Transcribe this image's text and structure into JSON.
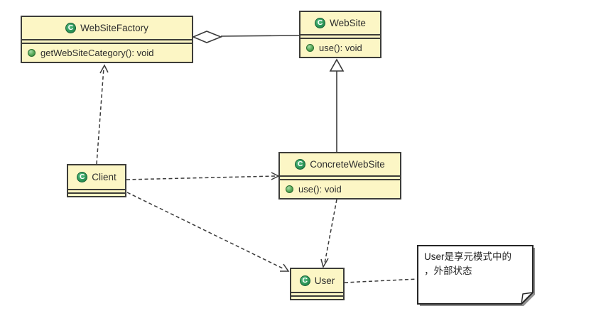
{
  "diagram": {
    "type": "uml-class-diagram",
    "background": "#ffffff",
    "colors": {
      "class_fill": "#fcf6c5",
      "class_border": "#3d3d39",
      "connector_line": "#3a3a3a",
      "text": "#2e2e2e",
      "class_icon_green": "#2e9758",
      "method_dot_green": "#57a857",
      "note_fill": "#ffffff",
      "note_border": "#262626",
      "note_shadow": "#8e8e8e"
    },
    "icons": {
      "class_letter": "C"
    },
    "classes": [
      {
        "name": "WebSiteFactory",
        "methods": [
          "getWebSiteCategory(): void"
        ]
      },
      {
        "name": "WebSite",
        "methods": [
          "use(): void"
        ]
      },
      {
        "name": "ConcreteWebSite",
        "methods": [
          "use(): void"
        ]
      },
      {
        "name": "Client",
        "methods": []
      },
      {
        "name": "User",
        "methods": []
      }
    ],
    "note": {
      "line1": "User是享元模式中的",
      "line2": "，外部状态"
    },
    "relationships": [
      {
        "type": "aggregation",
        "from": "WebSiteFactory",
        "to": "WebSite",
        "style": "solid",
        "marker": "hollow-diamond-at-source"
      },
      {
        "type": "generalization",
        "from": "ConcreteWebSite",
        "to": "WebSite",
        "style": "solid",
        "marker": "hollow-triangle-at-target"
      },
      {
        "type": "dependency",
        "from": "Client",
        "to": "WebSiteFactory",
        "style": "dashed",
        "marker": "open-arrow-at-target"
      },
      {
        "type": "dependency",
        "from": "Client",
        "to": "ConcreteWebSite",
        "style": "dashed",
        "marker": "open-arrow-at-target"
      },
      {
        "type": "dependency",
        "from": "Client",
        "to": "User",
        "style": "dashed",
        "marker": "open-arrow-at-target"
      },
      {
        "type": "dependency",
        "from": "ConcreteWebSite",
        "to": "User",
        "style": "dashed",
        "marker": "open-arrow-at-target"
      },
      {
        "type": "note-anchor",
        "from": "User",
        "to": "note",
        "style": "dashed",
        "marker": "none"
      }
    ]
  }
}
